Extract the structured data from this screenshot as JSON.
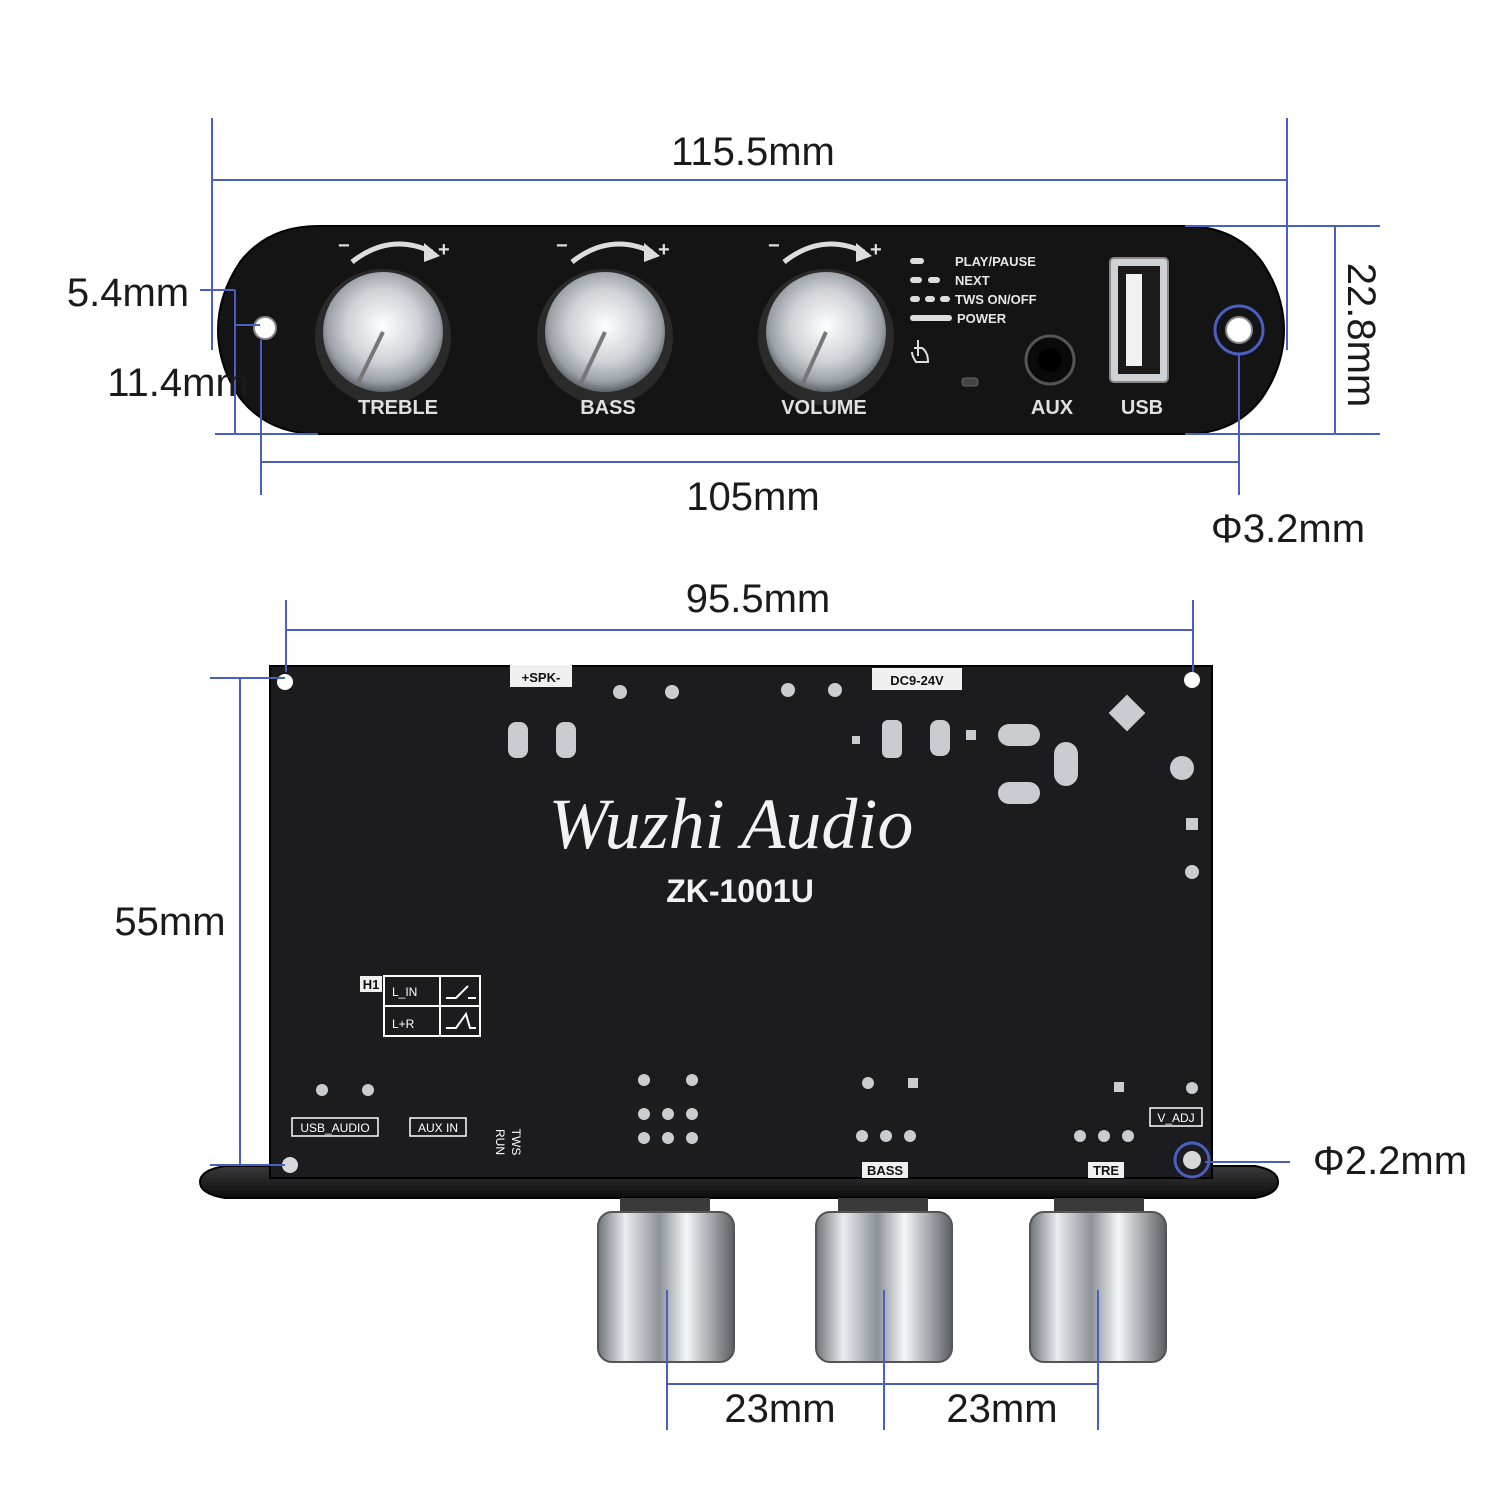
{
  "dimensions": {
    "panel_width": "115.5mm",
    "panel_height": "22.8mm",
    "hole_spacing": "105mm",
    "hole_offset_top": "5.4mm",
    "hole_offset_bottom": "11.4mm",
    "panel_hole_diameter": "Φ3.2mm",
    "board_width": "95.5mm",
    "board_height": "55mm",
    "board_hole_diameter": "Φ2.2mm",
    "knob_spacing_1": "23mm",
    "knob_spacing_2": "23mm"
  },
  "panel": {
    "knobs": [
      "TREBLE",
      "BASS",
      "VOLUME"
    ],
    "led_labels": [
      "PLAY/PAUSE",
      "NEXT",
      "TWS ON/OFF",
      "POWER"
    ],
    "aux_label": "AUX",
    "usb_label": "USB"
  },
  "board": {
    "brand": "Wuzhi Audio",
    "model": "ZK-1001U",
    "spk_label": "+SPK-",
    "power_label": "DC9-24V",
    "h1_label": "H1",
    "switch_labels": [
      "L_IN",
      "L+R"
    ],
    "usb_audio_label": "USB_AUDIO",
    "aux_in_label": "AUX IN",
    "tws_label": "TWS",
    "run_label": "RUN",
    "bass_label": "BASS",
    "tre_label": "TRE",
    "vadj_label": "V_ADJ"
  },
  "colors": {
    "dimension_line": "#4a5fc1",
    "board": "#1c1c1e",
    "panel": "#141414"
  }
}
